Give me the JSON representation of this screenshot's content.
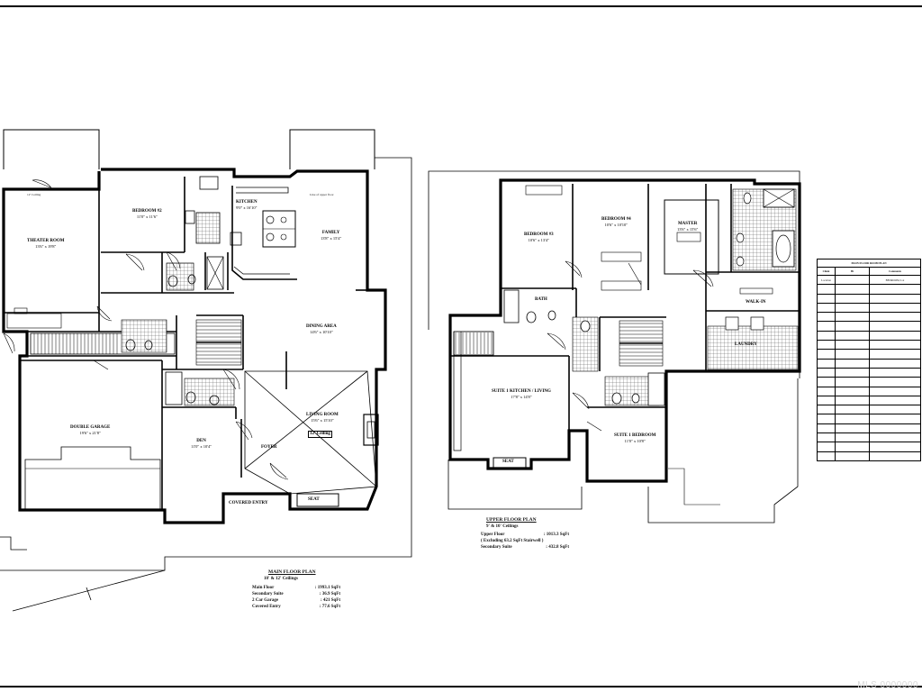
{
  "main_floor": {
    "rooms": {
      "theater": {
        "name": "THEATER ROOM",
        "dim": "13'6\" x 19'8\""
      },
      "bedroom2": {
        "name": "BEDROOM #2",
        "dim": "11'0\" x 11'6\""
      },
      "kitchen": {
        "name": "KITCHEN",
        "dim": "9'0\" x 16'10\""
      },
      "family": {
        "name": "FAMILY",
        "dim": "13'8\" x 15'4\""
      },
      "dining": {
        "name": "DINING AREA",
        "dim": "14'6\" x 10'10\""
      },
      "garage": {
        "name": "DOUBLE GARAGE",
        "dim": "19'6\" x 21'8\""
      },
      "den": {
        "name": "DEN",
        "dim": "11'0\" x 10'4\""
      },
      "living": {
        "name": "LIVING ROOM",
        "dim": "15'6\" x 15'10\""
      },
      "foyer": {
        "name": "FOYER",
        "dim": ""
      },
      "covered_entry": {
        "name": "COVERED ENTRY",
        "dim": ""
      },
      "seat": {
        "name": "SEAT",
        "dim": ""
      }
    },
    "ceiling_tag": "12' Ceiling",
    "notes": {
      "n1": "Line of upper floor",
      "n2": "12' Ceiling"
    },
    "title": "MAIN FLOOR PLAN",
    "subtitle": "10' & 12' Ceilings",
    "stats": [
      {
        "label": "Main Floor",
        "value": ": 1993.1 SqFt"
      },
      {
        "label": "Secondary Suite",
        "value": ": 36.9 SqFt"
      },
      {
        "label": "2 Car Garage",
        "value": ": 421 SqFt"
      },
      {
        "label": "Covered Entry",
        "value": ": 77.6 SqFt"
      }
    ]
  },
  "upper_floor": {
    "rooms": {
      "bedroom3": {
        "name": "BEDROOM #3",
        "dim": "10'6\" x 13'4\""
      },
      "bedroom4": {
        "name": "BEDROOM #4",
        "dim": "10'6\" x 10'10\""
      },
      "master": {
        "name": "MASTER",
        "dim": "13'6\" x 15'6\""
      },
      "walkin": {
        "name": "WALK-IN",
        "dim": ""
      },
      "bath": {
        "name": "BATH",
        "dim": ""
      },
      "laundry": {
        "name": "LAUNDRY",
        "dim": ""
      },
      "suite_living": {
        "name": "SUITE 1 KITCHEN / LIVING",
        "dim": "17'8\" x 14'8\""
      },
      "suite_bedroom": {
        "name": "SUITE 1 BEDROOM",
        "dim": "11'0\" x 10'8\""
      },
      "seat": {
        "name": "SEAT",
        "dim": ""
      }
    },
    "title": "UPPER FLOOR PLAN",
    "subtitle": "9' & 10' Ceilings",
    "stats": [
      {
        "label": "Upper Floor",
        "value": ": 1013.3 SqFt"
      },
      {
        "label": "( Excluding 63.2 SqFt Stairwell )",
        "value": ""
      },
      {
        "label": "Secondary Suite",
        "value": ": 432.8 SqFt"
      }
    ]
  },
  "legend_table": {
    "title": "MAIN FLOOR ROOM PLAN",
    "headers": [
      "Client",
      "Ht",
      "Comments"
    ],
    "rows": [
      [
        "Location",
        "",
        "BEDROOM, Lot"
      ],
      [
        "",
        "",
        ""
      ],
      [
        "",
        "",
        ""
      ],
      [
        "",
        "",
        ""
      ],
      [
        "",
        "",
        ""
      ],
      [
        "",
        "",
        ""
      ],
      [
        "",
        "",
        ""
      ],
      [
        "",
        "",
        ""
      ],
      [
        "",
        "",
        ""
      ],
      [
        "",
        "",
        ""
      ],
      [
        "",
        "",
        ""
      ],
      [
        "",
        "",
        ""
      ],
      [
        "",
        "",
        ""
      ],
      [
        "",
        "",
        ""
      ],
      [
        "",
        "",
        ""
      ],
      [
        "",
        "",
        ""
      ],
      [
        "",
        "",
        ""
      ],
      [
        "",
        "",
        ""
      ],
      [
        "",
        "",
        ""
      ],
      [
        "",
        "",
        ""
      ]
    ]
  },
  "watermark": "MLS 0000000"
}
